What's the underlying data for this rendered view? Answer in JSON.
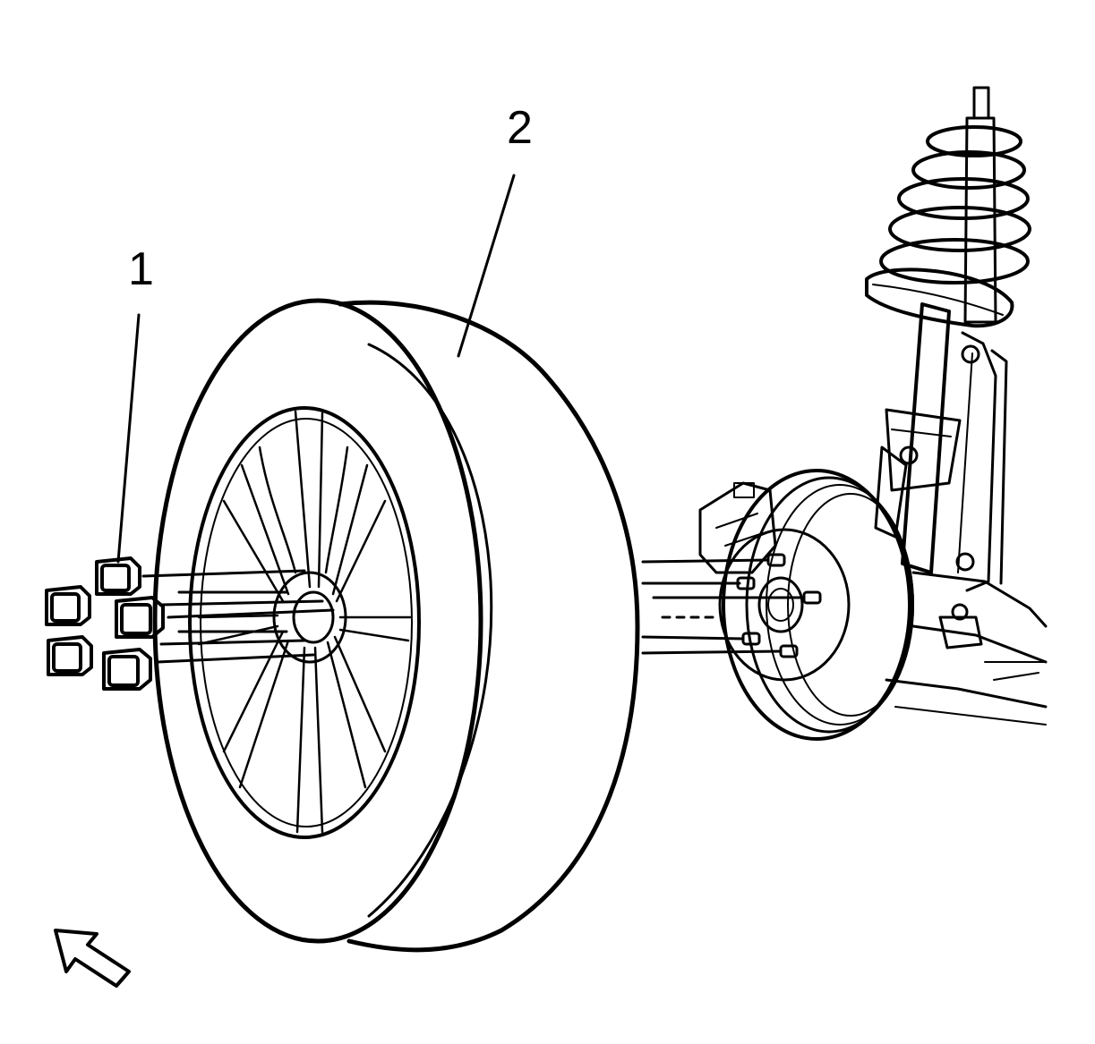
{
  "figure": {
    "callouts": [
      {
        "label": "1",
        "part": "wheel-nuts"
      },
      {
        "label": "2",
        "part": "tire-and-wheel"
      }
    ],
    "colors": {
      "ink": "#000000",
      "background": "#ffffff"
    },
    "icons": [
      "direction-arrow-icon"
    ]
  }
}
